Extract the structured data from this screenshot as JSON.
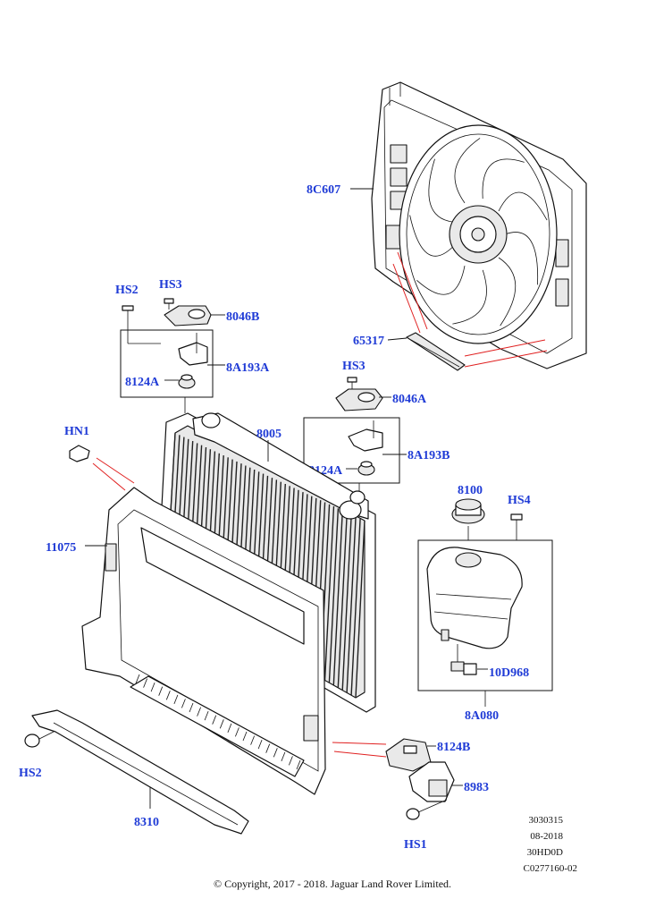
{
  "callouts": {
    "fan_cowl": "8C607",
    "deflector": "65317",
    "bolt_hs3_top": "HS3",
    "bolt_hs2_top": "HS2",
    "mount_8046b": "8046B",
    "bracket_8a193a": "8A193A",
    "insulator_left": "8124A",
    "bolt_hs3_mid": "HS3",
    "mount_8046a": "8046A",
    "radiator": "8005",
    "bracket_8a193b": "8A193B",
    "insulator_mid": "8124A",
    "nut_hn1": "HN1",
    "frame_11075": "11075",
    "cap_8100": "8100",
    "bolt_hs4": "HS4",
    "sensor_10d968": "10D968",
    "tank_8a080": "8A080",
    "insulator_8124b": "8124B",
    "bracket_8983": "8983",
    "bolt_hs2_low": "HS2",
    "bolt_hs1": "HS1",
    "panel_8310": "8310"
  },
  "reference": {
    "line1": "3030315",
    "line2": "08-2018",
    "line3": "30HD0D",
    "line4": "C0277160-02"
  },
  "copyright": "© Copyright, 2017 - 2018. Jaguar Land Rover Limited.",
  "colors": {
    "callout": "#1f3bd6",
    "leader": "#e02020",
    "line": "#111111"
  }
}
